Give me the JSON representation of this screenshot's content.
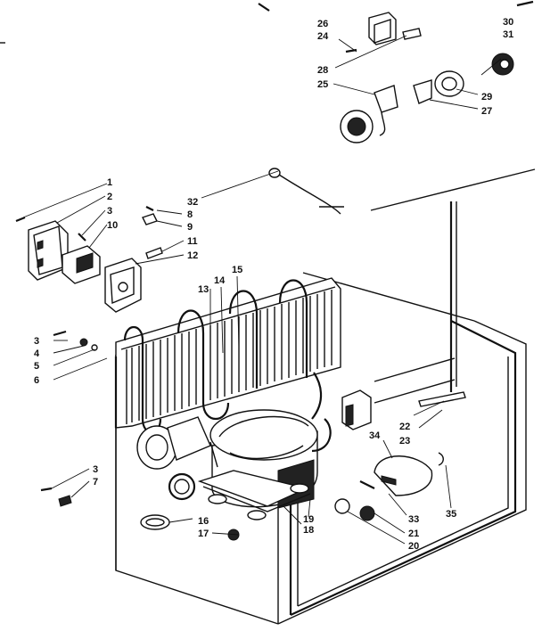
{
  "callouts": {
    "c1": "1",
    "c2": "2",
    "c3a": "3",
    "c10": "10",
    "c32": "32",
    "c8": "8",
    "c9": "9",
    "c11": "11",
    "c12": "12",
    "c13": "13",
    "c14": "14",
    "c15": "15",
    "c3b": "3",
    "c4": "4",
    "c5": "5",
    "c6": "6",
    "c3c": "3",
    "c7": "7",
    "c16": "16",
    "c17": "17",
    "c18": "18",
    "c19": "19",
    "c26": "26",
    "c24": "24",
    "c28": "28",
    "c25": "25",
    "c30": "30",
    "c31": "31",
    "c29": "29",
    "c27": "27",
    "c22": "22",
    "c23": "23",
    "c34": "34",
    "c33": "33",
    "c35": "35",
    "c21": "21",
    "c20": "20"
  }
}
